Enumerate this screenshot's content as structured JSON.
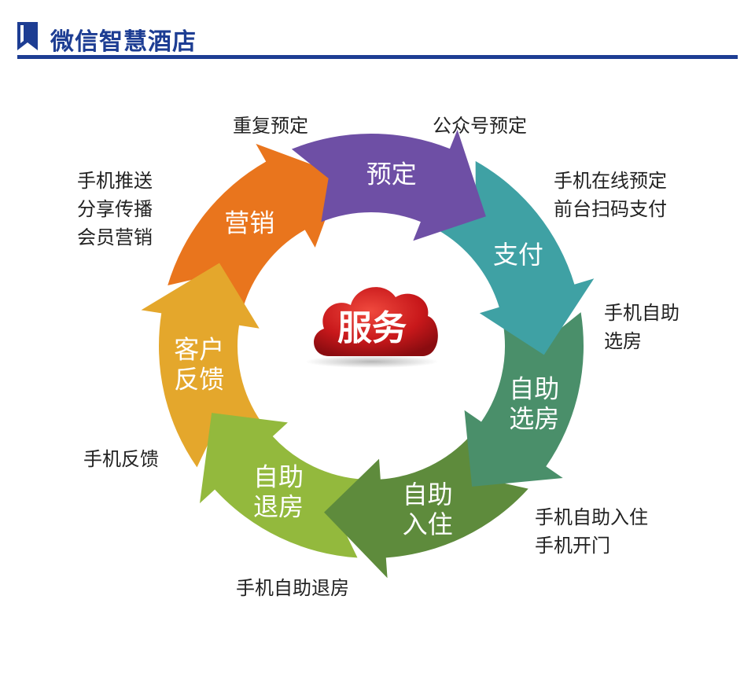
{
  "header": {
    "title": "微信智慧酒店",
    "accent_color": "#1d3d93"
  },
  "center": {
    "label": "服务",
    "color": "#c8181b"
  },
  "stages": [
    {
      "id": "booking",
      "label": [
        "预定"
      ],
      "color": "#6e4fa5",
      "description": [
        "重复预定"
      ]
    },
    {
      "id": "payment",
      "label": [
        "支付"
      ],
      "color": "#3fa1a4",
      "description": [
        "公众号预定",
        "手机在线预定",
        "前台扫码支付"
      ]
    },
    {
      "id": "room-select",
      "label": [
        "自助",
        "选房"
      ],
      "color": "#4a8f6a",
      "description": [
        "手机自助",
        "选房"
      ]
    },
    {
      "id": "check-in",
      "label": [
        "自助",
        "入住"
      ],
      "color": "#5e8b3c",
      "description": [
        "手机自助入住",
        "手机开门"
      ]
    },
    {
      "id": "check-out",
      "label": [
        "自助",
        "退房"
      ],
      "color": "#93b93d",
      "description": [
        "手机自助退房"
      ]
    },
    {
      "id": "feedback",
      "label": [
        "客户",
        "反馈"
      ],
      "color": "#e4a72c",
      "description": [
        "手机反馈"
      ]
    },
    {
      "id": "marketing",
      "label": [
        "营销"
      ],
      "color": "#e9751d",
      "description": [
        "手机推送",
        "分享传播",
        "会员营销"
      ]
    }
  ]
}
